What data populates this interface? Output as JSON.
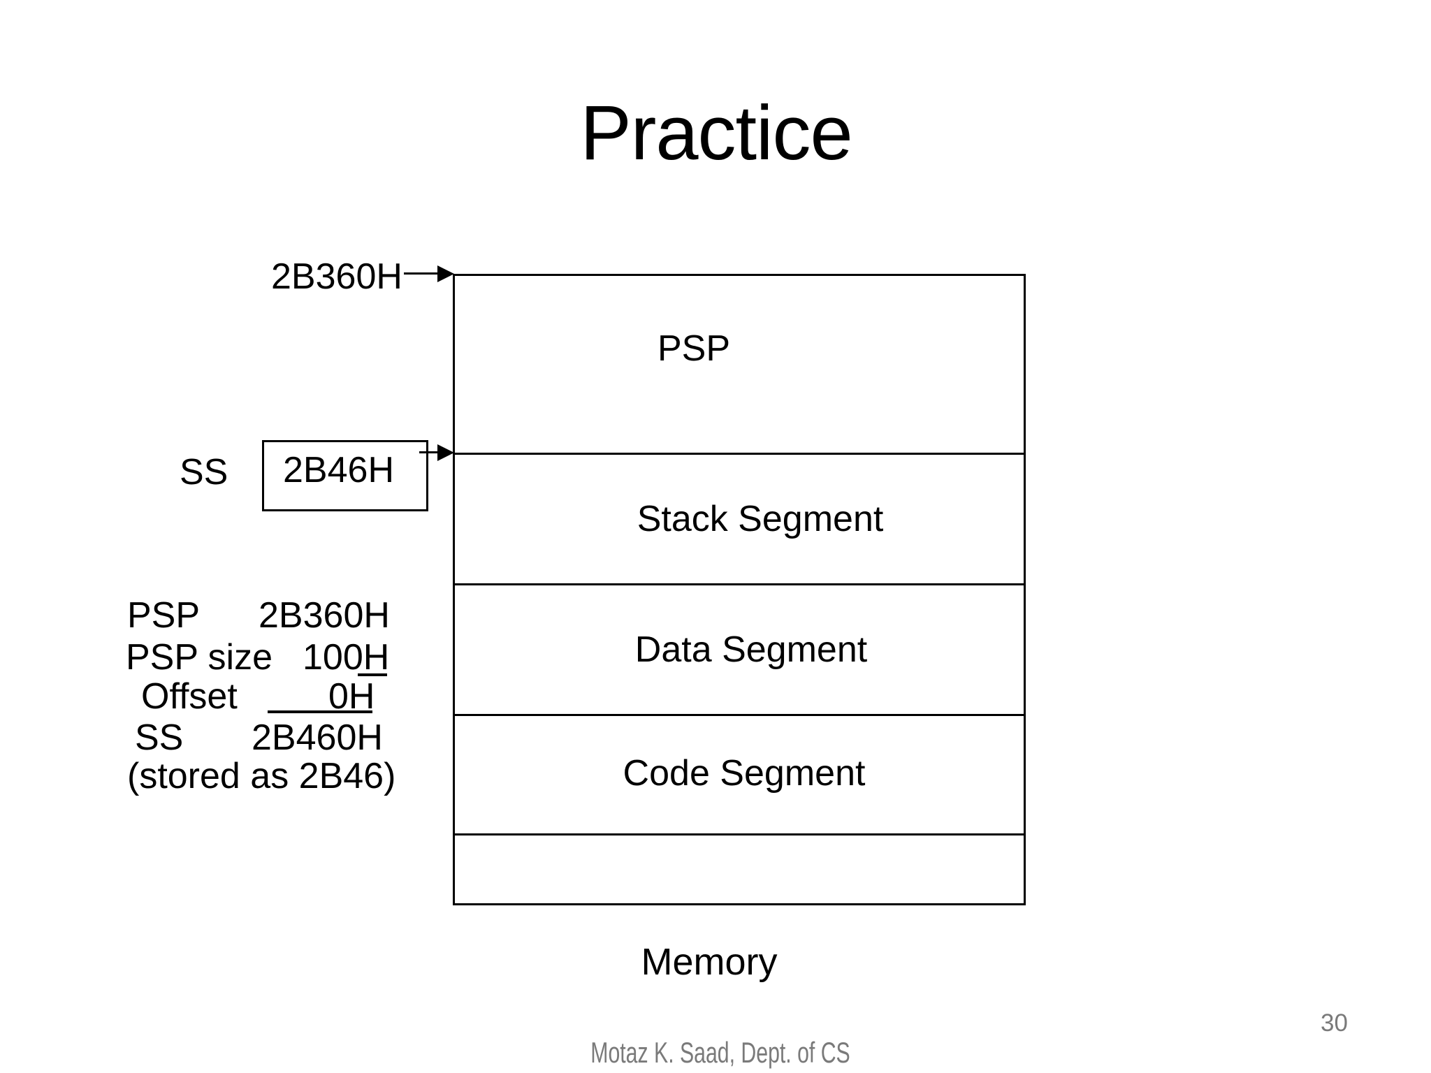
{
  "title": "Practice",
  "memory": {
    "caption": "Memory",
    "segments": [
      "PSP",
      "Stack Segment",
      "Data Segment",
      "Code Segment",
      ""
    ]
  },
  "pointers": {
    "top_address": "2B360H",
    "ss_register": "SS",
    "ss_box_value": "2B46H"
  },
  "calc": {
    "rows": [
      {
        "label": "PSP",
        "value": "2B360H"
      },
      {
        "label": "PSP size",
        "value": "100H"
      },
      {
        "label": "Offset",
        "value": "0H"
      },
      {
        "label": "SS",
        "value": "2B460H"
      }
    ],
    "note": "(stored as 2B46)"
  },
  "footer": {
    "author": "Motaz K. Saad, Dept. of CS",
    "page": "30"
  }
}
